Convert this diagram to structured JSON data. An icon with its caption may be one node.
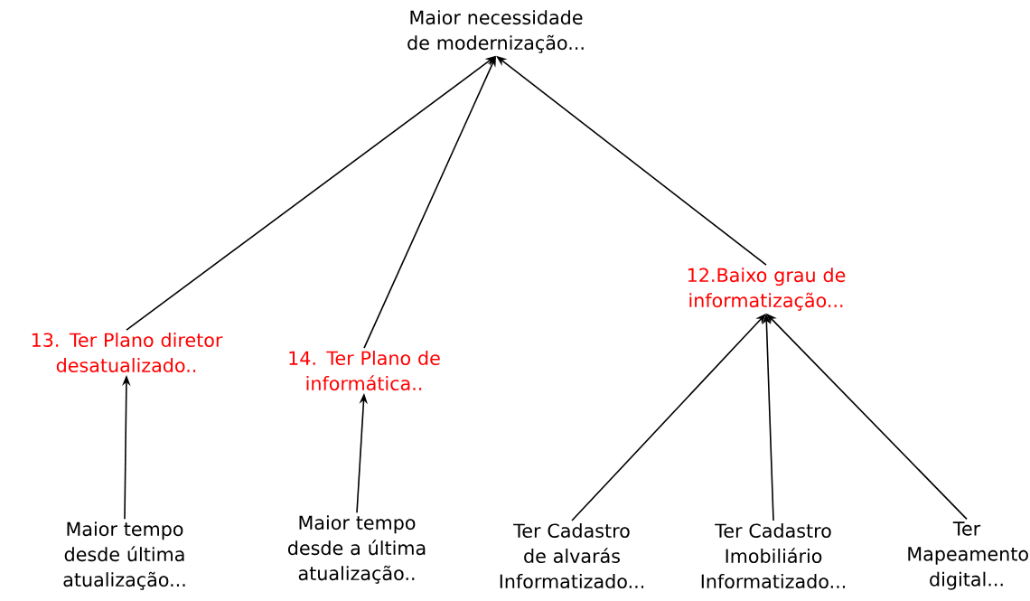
{
  "diagram": {
    "nodes": [
      {
        "text": [
          "Maior necessidade de modernização..."
        ]
      },
      {
        "text": [
          "13. Ter Plano diretor desatualizado.."
        ]
      },
      {
        "text": [
          "14. Ter Plano de informática.."
        ]
      },
      {
        "text": [
          "12.Baixo grau de informatização..."
        ]
      },
      {
        "text": [
          "Maior tempo desde última atualização..."
        ]
      },
      {
        "text": [
          "Maior tempo desde a última atualização.."
        ]
      },
      {
        "text": [
          "Ter Cadastro de alvarás Informatizado..."
        ]
      },
      {
        "text": [
          "Ter Cadastro Imobiliário Informatizado..."
        ]
      },
      {
        "text": [
          "Ter Mapeamento digital..."
        ]
      }
    ],
    "edges": [
      {
        "from": 1,
        "to": 0,
        "arrow": "to"
      },
      {
        "from": 2,
        "to": 0,
        "arrow": "to"
      },
      {
        "from": 3,
        "to": 0,
        "arrow": "to"
      },
      {
        "from": 4,
        "to": 1,
        "arrow": "to"
      },
      {
        "from": 5,
        "to": 2,
        "arrow": "to"
      },
      {
        "from": 6,
        "to": 3,
        "arrow": "to"
      },
      {
        "from": 7,
        "to": 3,
        "arrow": "to"
      },
      {
        "from": 8,
        "to": 3,
        "arrow": "to"
      }
    ]
  }
}
